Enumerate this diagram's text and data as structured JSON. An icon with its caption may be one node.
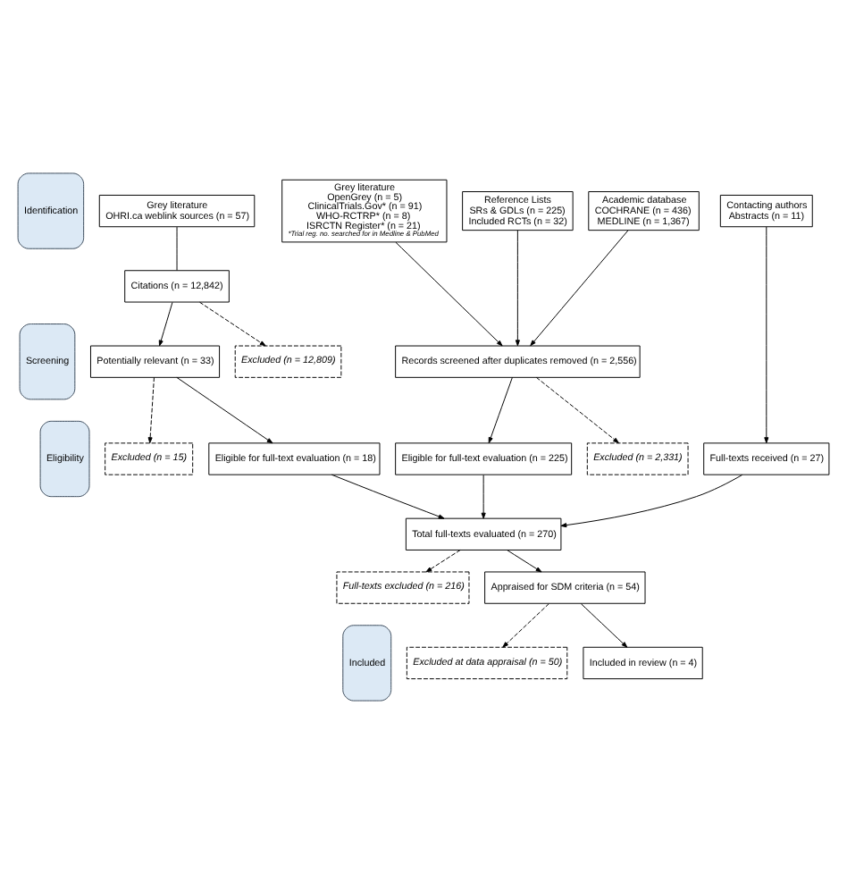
{
  "diagram": {
    "nodes": [
      {
        "text": [
          "Identification"
        ]
      },
      {
        "text": [
          "Screening"
        ]
      },
      {
        "text": [
          "Eligibility"
        ]
      },
      {
        "text": [
          "Included"
        ]
      },
      {
        "text": [
          "Academic database",
          "COCHRANE (n = 436)",
          "MEDLINE (n = 1,367)"
        ]
      },
      {
        "text": [
          "Grey literature",
          "OpenGrey (n = 5)",
          "ClinicalTrials.Gov* (n = 91)",
          "WHO-RCTRP* (n = 8)",
          "ISRCTN Register* (n = 21)",
          "*Trial reg. no. searched for in Medline & PubMed"
        ]
      },
      {
        "text": [
          "Reference Lists",
          "SRs & GDLs (n = 225)",
          "Included RCTs (n = 32)"
        ]
      },
      {
        "text": [
          "Grey literature",
          "OHRI.ca weblink sources (n = 57)"
        ]
      },
      {
        "text": [
          "Contacting authors",
          "Abstracts (n = 11)"
        ]
      },
      {
        "text": [
          "Citations (n = 12,842)"
        ]
      },
      {
        "text": [
          "Records screened after duplicates removed (n = 2,556)"
        ]
      },
      {
        "text": [
          "Excluded (n = 12,809)"
        ]
      },
      {
        "text": [
          "Potentially relevant (n = 33)"
        ]
      },
      {
        "text": [
          "Excluded (n = 2,331)"
        ]
      },
      {
        "text": [
          "Excluded (n = 15)"
        ]
      },
      {
        "text": [
          "Eligible for full-text evaluation (n = 225)"
        ]
      },
      {
        "text": [
          "Eligible for full-text evaluation (n = 18)"
        ]
      },
      {
        "text": [
          "Full-texts received (n = 27)"
        ]
      },
      {
        "text": [
          "Total full-texts evaluated (n = 270)"
        ]
      },
      {
        "text": [
          "Full-texts excluded (n = 216)"
        ]
      },
      {
        "text": [
          "Appraised for SDM criteria (n = 54)"
        ]
      },
      {
        "text": [
          "Excluded at data appraisal (n = 50)"
        ]
      },
      {
        "text": [
          "Included in review (n = 4)"
        ]
      }
    ],
    "edges": [
      {
        "from": 4,
        "to": 10,
        "arrow": "to"
      },
      {
        "from": 5,
        "to": 10,
        "arrow": "to"
      },
      {
        "from": 6,
        "to": 10,
        "arrow": "to"
      },
      {
        "from": 7,
        "to": 9,
        "arrow": "none"
      },
      {
        "from": 9,
        "to": 11,
        "arrow": "to",
        "style": "dashed"
      },
      {
        "from": 9,
        "to": 12,
        "arrow": "to"
      },
      {
        "from": 10,
        "to": 13,
        "arrow": "to",
        "style": "dashed"
      },
      {
        "from": 12,
        "to": 14,
        "arrow": "to",
        "style": "dashed"
      },
      {
        "from": 10,
        "to": 15,
        "arrow": "to"
      },
      {
        "from": 12,
        "to": 16,
        "arrow": "to"
      },
      {
        "from": 8,
        "to": 17,
        "arrow": "to"
      },
      {
        "from": 15,
        "to": 18,
        "arrow": "to"
      },
      {
        "from": 16,
        "to": 18,
        "arrow": "to"
      },
      {
        "from": 17,
        "to": 18,
        "arrow": "to"
      },
      {
        "from": 18,
        "to": 19,
        "arrow": "to",
        "style": "dashed"
      },
      {
        "from": 18,
        "to": 20,
        "arrow": "to"
      },
      {
        "from": 20,
        "to": 21,
        "arrow": "to",
        "style": "dashed"
      },
      {
        "from": 20,
        "to": 22,
        "arrow": "to"
      }
    ]
  }
}
